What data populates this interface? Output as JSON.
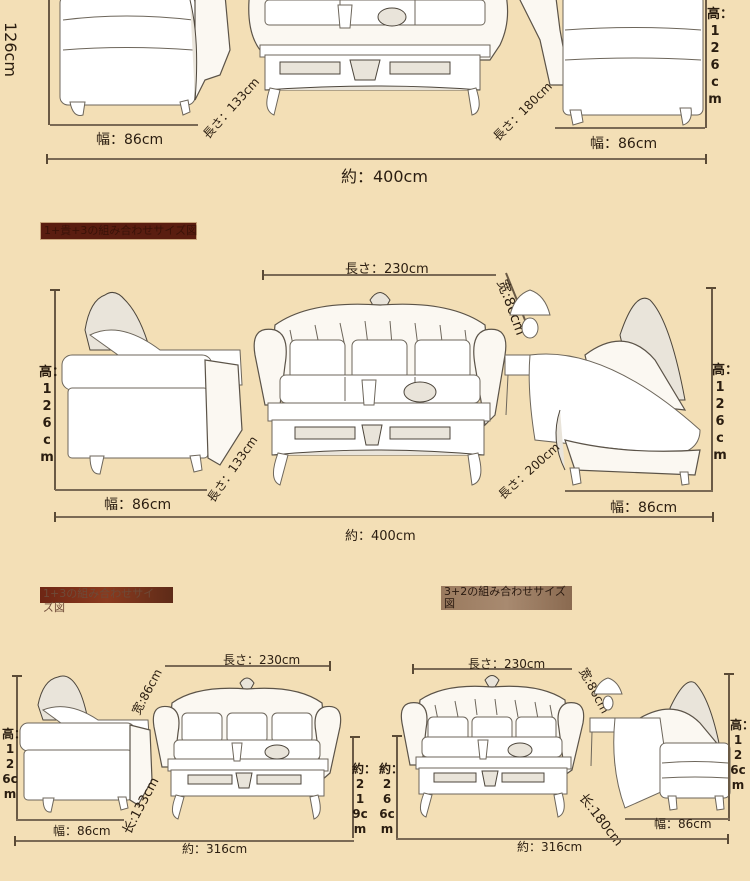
{
  "section1": {
    "height_left": "126cm",
    "height_right": "高：126cm",
    "width_left": "幅：86cm",
    "width_right": "幅：86cm",
    "length_chair": "長さ：133cm",
    "length_chaise": "長さ：180cm",
    "total": "約：400cm"
  },
  "section2": {
    "title": "1+貴+3の組み合わせサイズ図",
    "sofa_length": "長さ：230cm",
    "sofa_depth": "宽:86cm",
    "height_left": "高：126cm",
    "height_right": "高：126cm",
    "width_left": "幅：86cm",
    "width_right": "幅：86cm",
    "length_chair": "長さ：133cm",
    "length_chaise": "長さ：200cm",
    "total": "約：400cm"
  },
  "section3": {
    "title": "1+3の組み合わせサイズ図",
    "sofa_length": "長さ：230cm",
    "sofa_depth": "宽:86cm",
    "height_left": "高：126cm",
    "width_left": "幅：86cm",
    "length_chair": "长:133cm",
    "depth_total": "約：219cm",
    "total": "約：316cm"
  },
  "section4": {
    "title": "3+2の組み合わせサイズ図",
    "sofa_length": "長さ：230cm",
    "sofa_depth": "宽:86cm",
    "height_right": "高：126cm",
    "width_right": "幅：86cm",
    "length_chaise": "长:180cm",
    "depth_total": "約：266cm",
    "total": "約：316cm"
  },
  "colors": {
    "background": "#f3dfb6",
    "title_bar_dark": "#5a1d10",
    "title_bar_gradient": "#8a3a1e",
    "title_bar_light": "#9a7a5e",
    "dimension_line": "#6a5a45"
  }
}
